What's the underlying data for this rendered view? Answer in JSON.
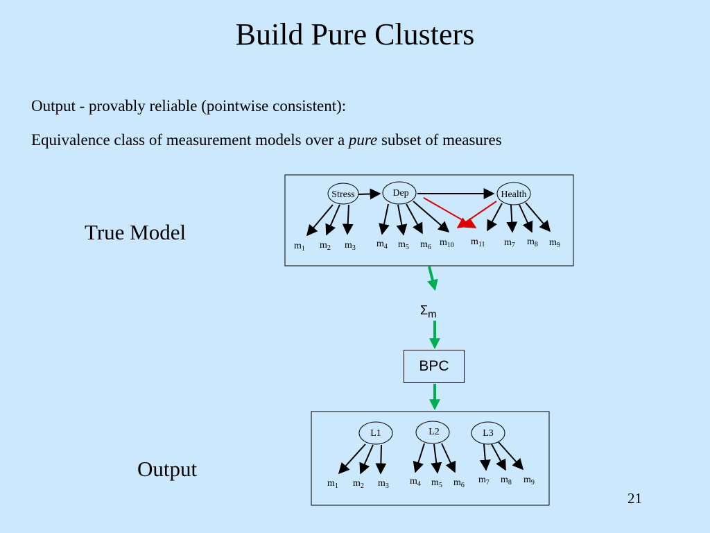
{
  "slide": {
    "title": "Build Pure Clusters",
    "line1": "Output - provably reliable (pointwise consistent):",
    "line2_before": "Equivalence class of measurement models over a ",
    "line2_em": "pure",
    "line2_after": " subset of measures",
    "true_model_label": "True Model",
    "output_label": "Output",
    "page_number": "21",
    "bpc_label": "BPC",
    "sigma_symbol": "Σ",
    "sigma_sub": "m"
  },
  "true_model": {
    "latents": [
      "Stress",
      "Dep",
      "Health"
    ],
    "measures": [
      {
        "base": "m",
        "sub": "1"
      },
      {
        "base": "m",
        "sub": "2"
      },
      {
        "base": "m",
        "sub": "3"
      },
      {
        "base": "m",
        "sub": "4"
      },
      {
        "base": "m",
        "sub": "5"
      },
      {
        "base": "m",
        "sub": "6"
      },
      {
        "base": "m",
        "sub": "10"
      },
      {
        "base": "m",
        "sub": "11"
      },
      {
        "base": "m",
        "sub": "7"
      },
      {
        "base": "m",
        "sub": "8"
      },
      {
        "base": "m",
        "sub": "9"
      }
    ]
  },
  "output_model": {
    "latents": [
      "L1",
      "L2",
      "L3"
    ],
    "measures": [
      {
        "base": "m",
        "sub": "1"
      },
      {
        "base": "m",
        "sub": "2"
      },
      {
        "base": "m",
        "sub": "3"
      },
      {
        "base": "m",
        "sub": "4"
      },
      {
        "base": "m",
        "sub": "5"
      },
      {
        "base": "m",
        "sub": "6"
      },
      {
        "base": "m",
        "sub": "7"
      },
      {
        "base": "m",
        "sub": "8"
      },
      {
        "base": "m",
        "sub": "9"
      }
    ]
  },
  "colors": {
    "background": "#cce8fc",
    "flow_arrow": "#00b050",
    "impure_edge": "#e00000",
    "edge": "#000000"
  }
}
